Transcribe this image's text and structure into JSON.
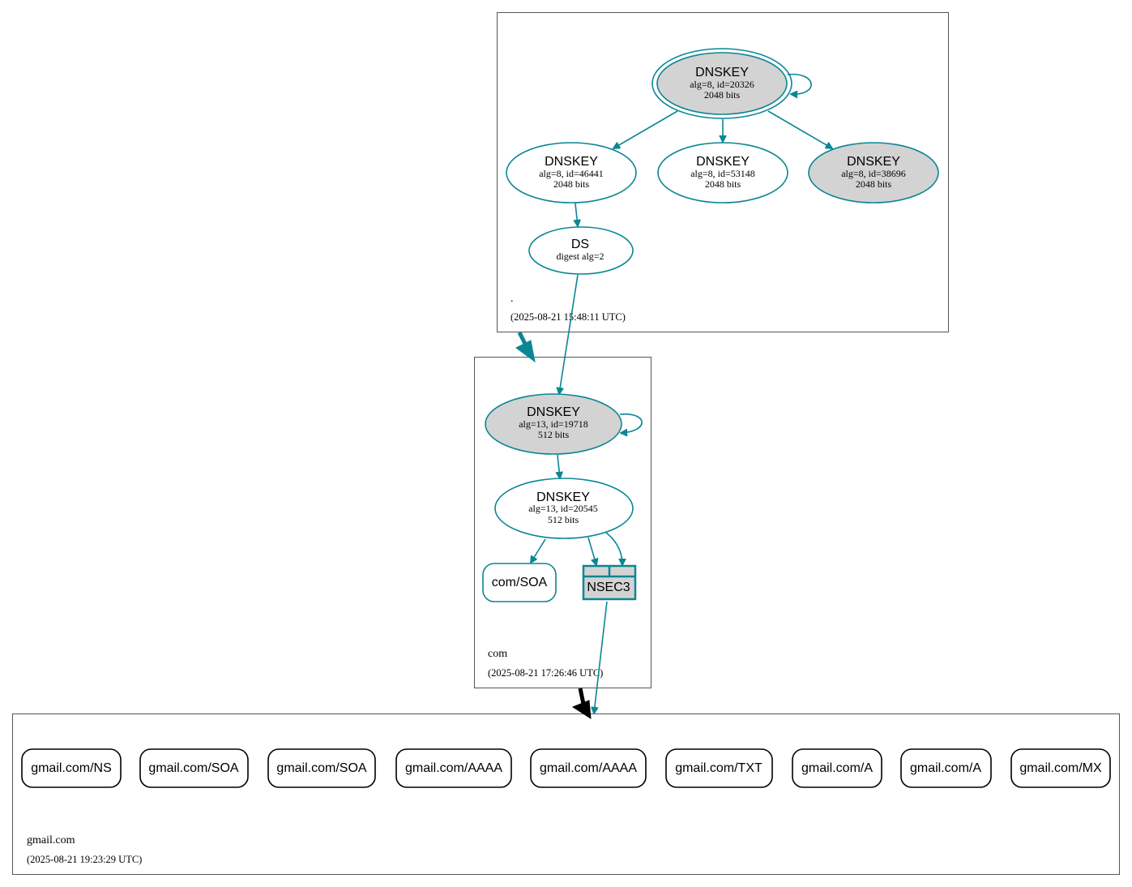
{
  "colors": {
    "accent": "#0a8694",
    "secure_fill": "#d3d3d3",
    "delegation_black": "#000000",
    "zone_border": "#555555"
  },
  "zones": {
    "root": {
      "name": ".",
      "timestamp": "(2025-08-21 15:48:11 UTC)"
    },
    "com": {
      "name": "com",
      "timestamp": "(2025-08-21 17:26:46 UTC)"
    },
    "gmail": {
      "name": "gmail.com",
      "timestamp": "(2025-08-21 19:23:29 UTC)"
    }
  },
  "nodes": {
    "root_ksk": {
      "title": "DNSKEY",
      "l1": "alg=8, id=20326",
      "l2": "2048 bits"
    },
    "root_zsk1": {
      "title": "DNSKEY",
      "l1": "alg=8, id=46441",
      "l2": "2048 bits"
    },
    "root_zsk2": {
      "title": "DNSKEY",
      "l1": "alg=8, id=53148",
      "l2": "2048 bits"
    },
    "root_zsk3": {
      "title": "DNSKEY",
      "l1": "alg=8, id=38696",
      "l2": "2048 bits"
    },
    "root_ds": {
      "title": "DS",
      "l1": "digest alg=2"
    },
    "com_ksk": {
      "title": "DNSKEY",
      "l1": "alg=13, id=19718",
      "l2": "512 bits"
    },
    "com_zsk": {
      "title": "DNSKEY",
      "l1": "alg=13, id=20545",
      "l2": "512 bits"
    },
    "com_soa": {
      "title": "com/SOA"
    },
    "com_nsec3": {
      "title": "NSEC3"
    }
  },
  "gmail_records": [
    "gmail.com/NS",
    "gmail.com/SOA",
    "gmail.com/SOA",
    "gmail.com/AAAA",
    "gmail.com/AAAA",
    "gmail.com/TXT",
    "gmail.com/A",
    "gmail.com/A",
    "gmail.com/MX"
  ]
}
